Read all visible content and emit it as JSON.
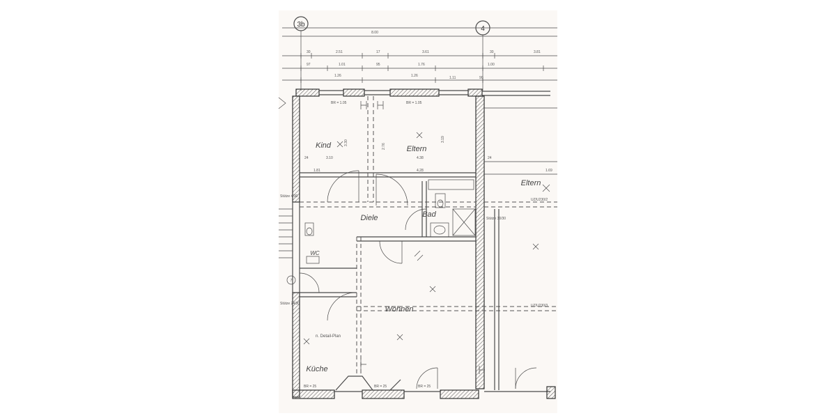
{
  "axes": {
    "left": "3b",
    "right": "4"
  },
  "dimensions": {
    "top": "8.00",
    "row1": [
      "30",
      "2.51",
      "17",
      "3.61",
      "30",
      "3.81"
    ],
    "row2": [
      "97",
      "1.01",
      "95",
      "1.76",
      "1.00"
    ],
    "row3": [
      "1.26",
      "1.26",
      "1.11",
      "90"
    ],
    "kind_width": "3.10",
    "eltern_width": "4.38",
    "mid_row": [
      "24",
      "1.81",
      "4.28",
      "24",
      "1.69"
    ],
    "vertical": [
      "3.30",
      "3.19",
      "2.76"
    ]
  },
  "window_labels": {
    "kind": "BR = 1.05",
    "eltern": "BR = 1.05",
    "kueche": "BR = 25",
    "wohnen_1": "BR = 25",
    "wohnen_2": "BR = 25"
  },
  "rooms": {
    "kind": "Kind",
    "eltern": "Eltern",
    "eltern_next": "Eltern",
    "diele": "Diele",
    "bad": "Bad",
    "wc": "WC",
    "wohnen": "Wohnen",
    "kueche": "Küche"
  },
  "annotations": {
    "detail": "n. Detail-Plan",
    "stuetze_1": "Stütze 4/30",
    "stuetze_2": "Stütze 24/30",
    "stuetze_3": "Stütze 30/30",
    "ref_1": "UZ/U230/2",
    "ref_2": "UZ/U230/3",
    "circle_mark": "7"
  },
  "colors": {
    "paper": "#fbf8f5",
    "ink": "#4a4a4a"
  }
}
